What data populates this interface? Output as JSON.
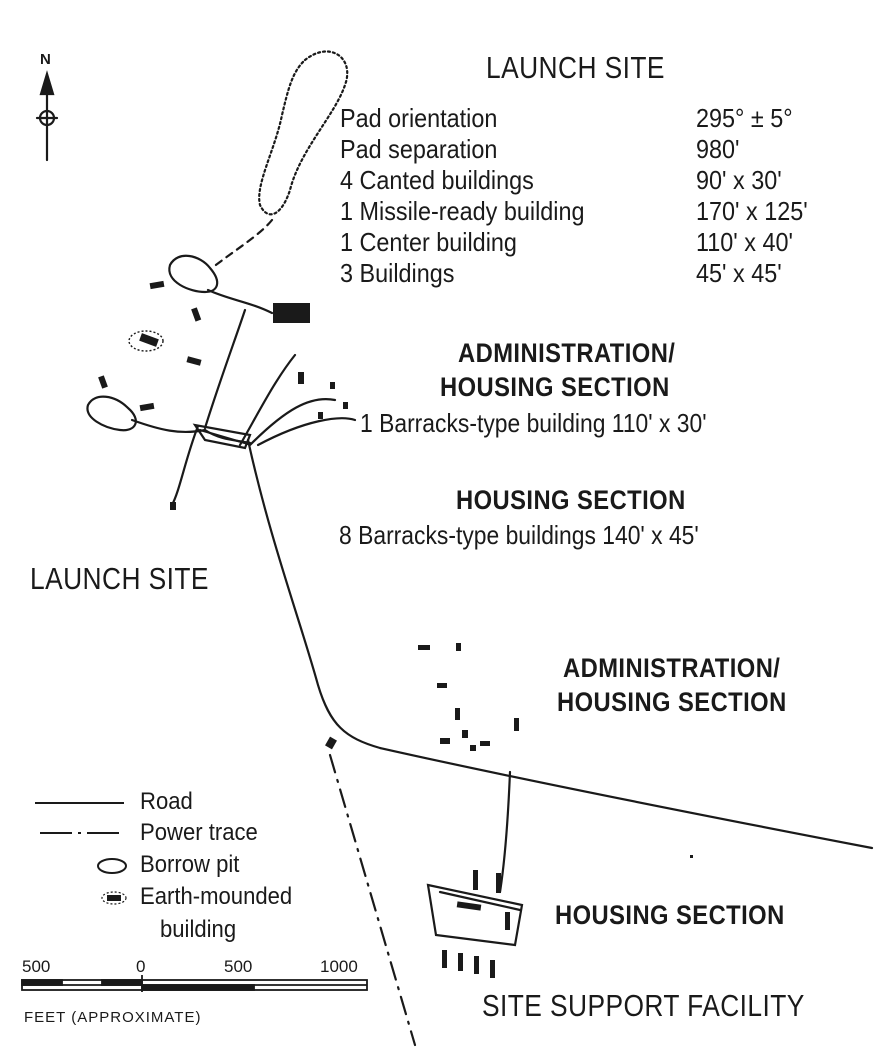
{
  "compass": {
    "north_label": "N"
  },
  "launch_site_heading": "LAUNCH SITE",
  "launch_site_specs": [
    {
      "item": "Pad orientation",
      "value": "295° ± 5°"
    },
    {
      "item": "Pad separation",
      "value": "980'"
    },
    {
      "item": "4 Canted buildings",
      "value": "90' x 30'"
    },
    {
      "item": "1 Missile-ready building",
      "value": "170' x 125'"
    },
    {
      "item": "1 Center building",
      "value": "110' x 40'"
    },
    {
      "item": "3 Buildings",
      "value": "45' x 45'"
    }
  ],
  "admin_section": {
    "heading_line1": "ADMINISTRATION/",
    "heading_line2": "HOUSING SECTION",
    "detail": "1 Barracks-type building  110' x 30'"
  },
  "housing_section": {
    "heading": "HOUSING SECTION",
    "detail": "8 Barracks-type buildings  140' x 45'"
  },
  "map_labels": {
    "launch_site": "LAUNCH SITE",
    "admin_line1": "ADMINISTRATION/",
    "admin_line2": "HOUSING SECTION",
    "housing": "HOUSING SECTION",
    "site_support": "SITE SUPPORT FACILITY"
  },
  "legend": {
    "road": "Road",
    "power_trace": "Power trace",
    "borrow_pit": "Borrow pit",
    "earth_mounded_line1": "Earth-mounded",
    "earth_mounded_line2": "building"
  },
  "scale": {
    "ticks": [
      "500",
      "0",
      "500",
      "1000"
    ],
    "unit_label": "FEET (APPROXIMATE)"
  }
}
